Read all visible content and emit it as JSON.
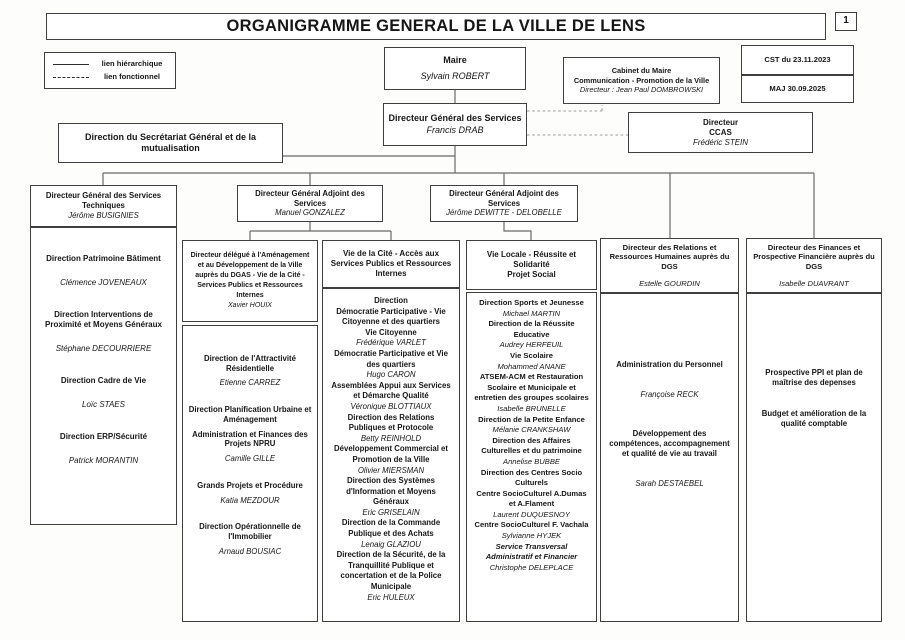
{
  "page": {
    "title": "ORGANIGRAMME GENERAL DE LA VILLE DE LENS",
    "page_number": "1",
    "cst_note": "CST du 23.11.2023",
    "maj_note": "MAJ 30.09.2025"
  },
  "legend": {
    "hierarchical_label": "lien hiérarchique",
    "functional_label": "lien fonctionnel"
  },
  "colors": {
    "ink": "#161616",
    "paper": "#ffffff",
    "line": "#6a6a6a"
  },
  "nodes": {
    "maire": {
      "title": "Maire",
      "name": "Sylvain ROBERT"
    },
    "cabinet": {
      "title": "Cabinet du Maire",
      "subtitle": "Communication - Promotion de la Ville",
      "director": "Directeur : Jean Paul DOMBROWSKI"
    },
    "dgs": {
      "title": "Directeur Général des Services",
      "name": "Francis DRAB"
    },
    "ccas": {
      "title": "Directeur",
      "subtitle": "CCAS",
      "name": "Frédéric STEIN"
    },
    "secretariat": {
      "title": "Direction du Secrétariat Général et de la mutualisation"
    },
    "dgst": {
      "title": "Directeur Général des Services Techniques",
      "name": "Jérôme BUSIGNIES"
    },
    "dga1": {
      "title": "Directeur Général Adjoint des Services",
      "name": "Manuel GONZALEZ"
    },
    "dga2": {
      "title": "Directeur Général Adjoint des Services",
      "name": "Jérôme DEWITTE - DELOBELLE"
    }
  },
  "columns": [
    {
      "id": "services-techniques",
      "items": [
        {
          "text": "Direction Patrimoine Bâtiment",
          "kind": "direction"
        },
        {
          "text": "Clémence JOVENEAUX",
          "kind": "person"
        },
        {
          "text": "Direction Interventions de Proximité et Moyens Généraux",
          "kind": "direction"
        },
        {
          "text": "Stéphane DECOURRIERE",
          "kind": "person"
        },
        {
          "text": "Direction Cadre de Vie",
          "kind": "direction"
        },
        {
          "text": "Loïc STAES",
          "kind": "person"
        },
        {
          "text": "Direction ERP/Sécurité",
          "kind": "direction"
        },
        {
          "text": "Patrick MORANTIN",
          "kind": "person"
        }
      ]
    },
    {
      "id": "amenagement-developpement",
      "header": {
        "title": "Directeur délégué à l'Aménagement et au Développement de la Ville auprès du DGAS - Vie de la Cité - Services Publics et Ressources Internes",
        "name": "Xavier HOUIX"
      },
      "items": [
        {
          "text": "Direction de l'Attractivité Résidentielle",
          "kind": "direction"
        },
        {
          "text": "Etienne CARREZ",
          "kind": "person"
        },
        {
          "text": "Direction Planification Urbaine et Aménagement",
          "kind": "direction"
        },
        {
          "text": "Administration et Finances des Projets NPRU",
          "kind": "direction"
        },
        {
          "text": "Camille GILLE",
          "kind": "person"
        },
        {
          "text": "Grands Projets et Procédure",
          "kind": "direction"
        },
        {
          "text": "Katia MEZDOUR",
          "kind": "person"
        },
        {
          "text": "Direction Opérationnelle de l'Immobilier",
          "kind": "direction"
        },
        {
          "text": "Arnaud BOUSIAC",
          "kind": "person"
        }
      ]
    },
    {
      "id": "vie-de-la-cite",
      "header": {
        "title": "Vie de la Cité - Accès aux Services Publics et Ressources Internes"
      },
      "items": [
        {
          "text": "Direction",
          "kind": "direction"
        },
        {
          "text": "Démocratie Participative - Vie Citoyenne et des quartiers",
          "kind": "direction"
        },
        {
          "text": "Vie Citoyenne",
          "kind": "direction"
        },
        {
          "text": "Frédérique VARLET",
          "kind": "person"
        },
        {
          "text": "Démocratie Participative et Vie des quartiers",
          "kind": "direction"
        },
        {
          "text": "Hugo CARON",
          "kind": "person"
        },
        {
          "text": "Assemblées Appui aux Services et Démarche Qualité",
          "kind": "direction"
        },
        {
          "text": "Véronique BLOTTIAUX",
          "kind": "person"
        },
        {
          "text": "Direction des Relations Publiques et Protocole",
          "kind": "direction"
        },
        {
          "text": "Betty REINHOLD",
          "kind": "person"
        },
        {
          "text": "Développement Commercial et Promotion de la Ville",
          "kind": "direction"
        },
        {
          "text": "Olivier MIERSMAN",
          "kind": "person"
        },
        {
          "text": "Direction des Systèmes d'Information et Moyens Généraux",
          "kind": "direction"
        },
        {
          "text": "Eric GRISELAIN",
          "kind": "person"
        },
        {
          "text": "Direction de la Commande Publique et des Achats",
          "kind": "direction"
        },
        {
          "text": "Lenaig GLAZIOU",
          "kind": "person"
        },
        {
          "text": "Direction de la Sécurité, de la Tranquillité Publique et concertation et de la Police Municipale",
          "kind": "direction"
        },
        {
          "text": "Eric HULEUX",
          "kind": "person"
        }
      ]
    },
    {
      "id": "vie-locale",
      "header": {
        "title": "Vie Locale - Réussite et Solidarité",
        "subtitle": "Projet Social"
      },
      "items": [
        {
          "text": "Direction Sports et Jeunesse",
          "kind": "direction"
        },
        {
          "text": "Michael MARTIN",
          "kind": "person"
        },
        {
          "text": "Direction de la Réussite Educative",
          "kind": "direction"
        },
        {
          "text": "Audrey HERFEUIL",
          "kind": "person"
        },
        {
          "text": "Vie Scolaire",
          "kind": "direction"
        },
        {
          "text": "Mohammed ANANE",
          "kind": "person"
        },
        {
          "text": "ATSEM-ACM et Restauration Scolaire et Municipale et entretien des groupes scolaires",
          "kind": "direction"
        },
        {
          "text": "Isabelle BRUNELLE",
          "kind": "person"
        },
        {
          "text": "Direction de la Petite Enfance",
          "kind": "direction"
        },
        {
          "text": "Mélanie CRANKSHAW",
          "kind": "person"
        },
        {
          "text": "Direction des Affaires Culturelles et du patrimoine",
          "kind": "direction"
        },
        {
          "text": "Annelise BUBBE",
          "kind": "person"
        },
        {
          "text": "Direction des Centres Socio Culturels",
          "kind": "direction"
        },
        {
          "text": "Centre SocioCulturel A.Dumas et A.Flament",
          "kind": "direction"
        },
        {
          "text": "Laurent DUQUESNOY",
          "kind": "person"
        },
        {
          "text": "Centre SocioCulturel F. Vachala",
          "kind": "direction"
        },
        {
          "text": "Sylvianne HYJEK",
          "kind": "person"
        },
        {
          "text": "Service Transversal Administratif et Financier",
          "kind": "service"
        },
        {
          "text": "Christophe DELEPLACE",
          "kind": "person"
        }
      ]
    },
    {
      "id": "ressources-humaines",
      "header": {
        "title": "Directeur des Relations et Ressources Humaines auprès du DGS",
        "name": "Estelle GOURDIN"
      },
      "items": [
        {
          "text": "Administration du Personnel",
          "kind": "direction"
        },
        {
          "text": "Françoise RECK",
          "kind": "person"
        },
        {
          "text": "Développement des compétences, accompagnement et qualité de vie au travail",
          "kind": "direction"
        },
        {
          "text": "Sarah DESTAEBEL",
          "kind": "person"
        }
      ]
    },
    {
      "id": "finances",
      "header": {
        "title": "Directeur des Finances et Prospective Financière auprès du DGS",
        "name": "Isabelle DUAVRANT"
      },
      "items": [
        {
          "text": "Prospective PPI et plan de maîtrise des depenses",
          "kind": "direction"
        },
        {
          "text": "Budget et amélioration de la qualité comptable",
          "kind": "direction"
        }
      ]
    }
  ]
}
